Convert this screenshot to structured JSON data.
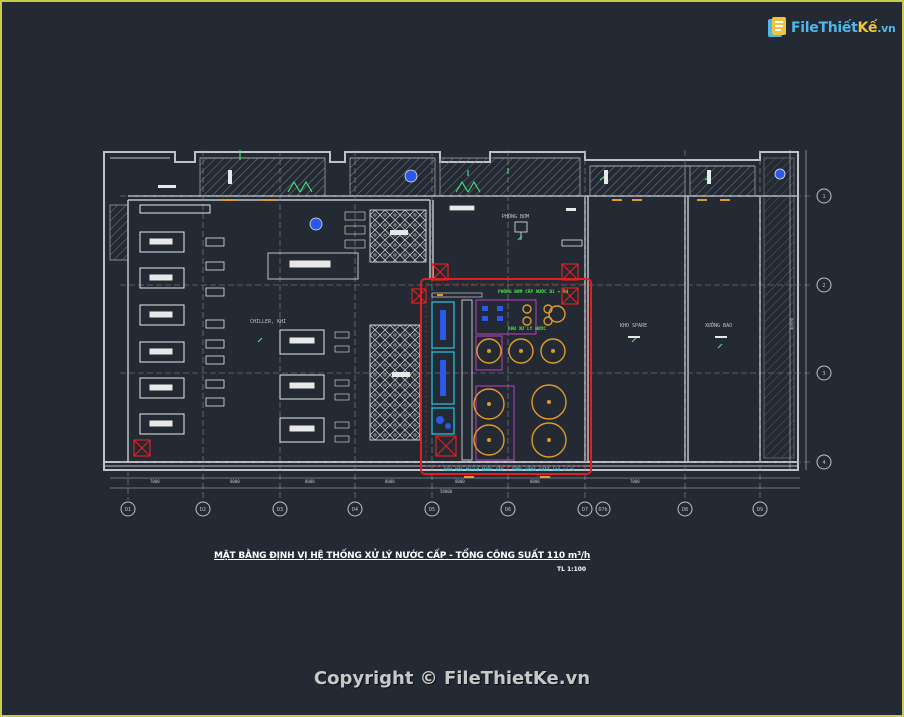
{
  "logo": {
    "part1": "File",
    "part2": "Thiết",
    "part3": "Kế",
    "part4": ".vn"
  },
  "title": "MẶT BẰNG ĐỊNH VỊ HỆ THỐNG XỬ LÝ NƯỚC CẤP - TỔNG CÔNG SUẤT 110 m³/h",
  "scale": "TL 1:100",
  "copyright": "Copyright © FileThietKe.vn",
  "room_labels": {
    "chiller": "CHILLER, KHI",
    "phong_bom": "PHÒNG BƠM",
    "kho_spare": "KHO SPARE",
    "xuong_bao": "XƯỞNG BAO",
    "phong_bom_cap_nuoc": "PHÒNG BƠM CẤP NƯỚC B1 + B4",
    "khu_xu_ly": "KHU XỬ LÝ NƯỚC",
    "red_box_caption": "KHU VỰC XỬ LÝ NƯỚC CẤP - TỔNG CÔNG SUẤT 110 m³/h"
  },
  "grid_bottom": [
    "D1",
    "D2",
    "D3",
    "D4",
    "D5",
    "D6",
    "D7",
    "D7b",
    "D8",
    "D9"
  ],
  "grid_right": [
    "1",
    "2",
    "3",
    "4"
  ],
  "colors": {
    "background": "#232a33",
    "frame": "#c9c94a",
    "walls": "#bfc3c8",
    "highlight": "#e02020",
    "equipment_orange": "#e39a2a",
    "equipment_magenta": "#c040c0",
    "equipment_cyan": "#28c8e0",
    "equipment_blue": "#2a58e8",
    "label_green": "#48e048",
    "marker_green": "#40e080"
  }
}
